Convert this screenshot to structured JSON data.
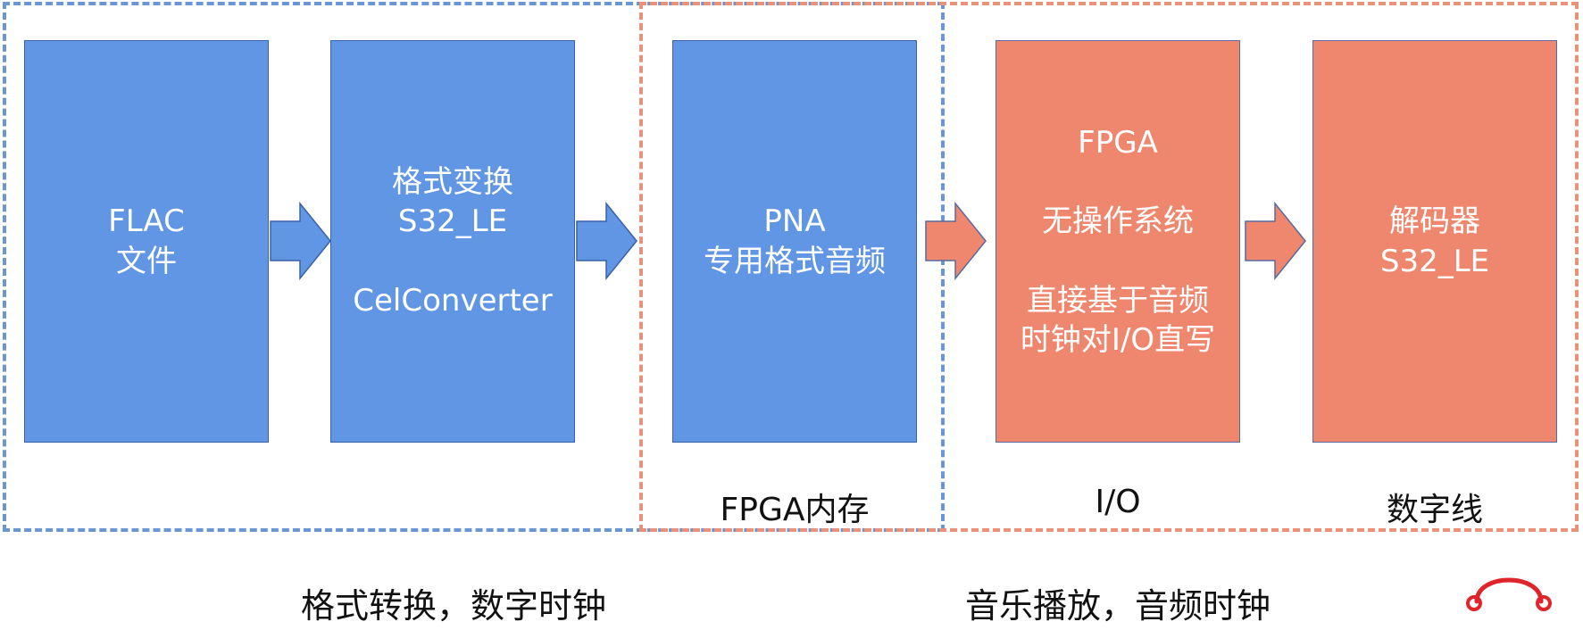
{
  "colors": {
    "blue_fill": "#6196e4",
    "orange_fill": "#ee876e",
    "blue_dash": "#6b96d6",
    "orange_dash": "#ea9279",
    "logo_red": "#e0242b"
  },
  "boxes": {
    "flac": {
      "lines": [
        "FLAC",
        "文件"
      ]
    },
    "convert": {
      "lines": [
        "格式变换",
        "S32_LE"
      ],
      "sub": "CelConverter"
    },
    "pna": {
      "lines": [
        "PNA",
        "专用格式音频"
      ]
    },
    "fpga": {
      "title": "FPGA",
      "line2": "无操作系统",
      "lines3": [
        "直接基于音频",
        "时钟对I/O直写"
      ]
    },
    "decoder": {
      "lines": [
        "解码器",
        "S32_LE"
      ]
    }
  },
  "labels": {
    "fpga_memory": "FPGA内存",
    "io": "I/O",
    "digital_line": "数字线"
  },
  "captions": {
    "left": "格式转换，数字时钟",
    "right": "音乐播放，音频时钟"
  },
  "logo": {
    "icon": "headphones-logo-icon"
  }
}
